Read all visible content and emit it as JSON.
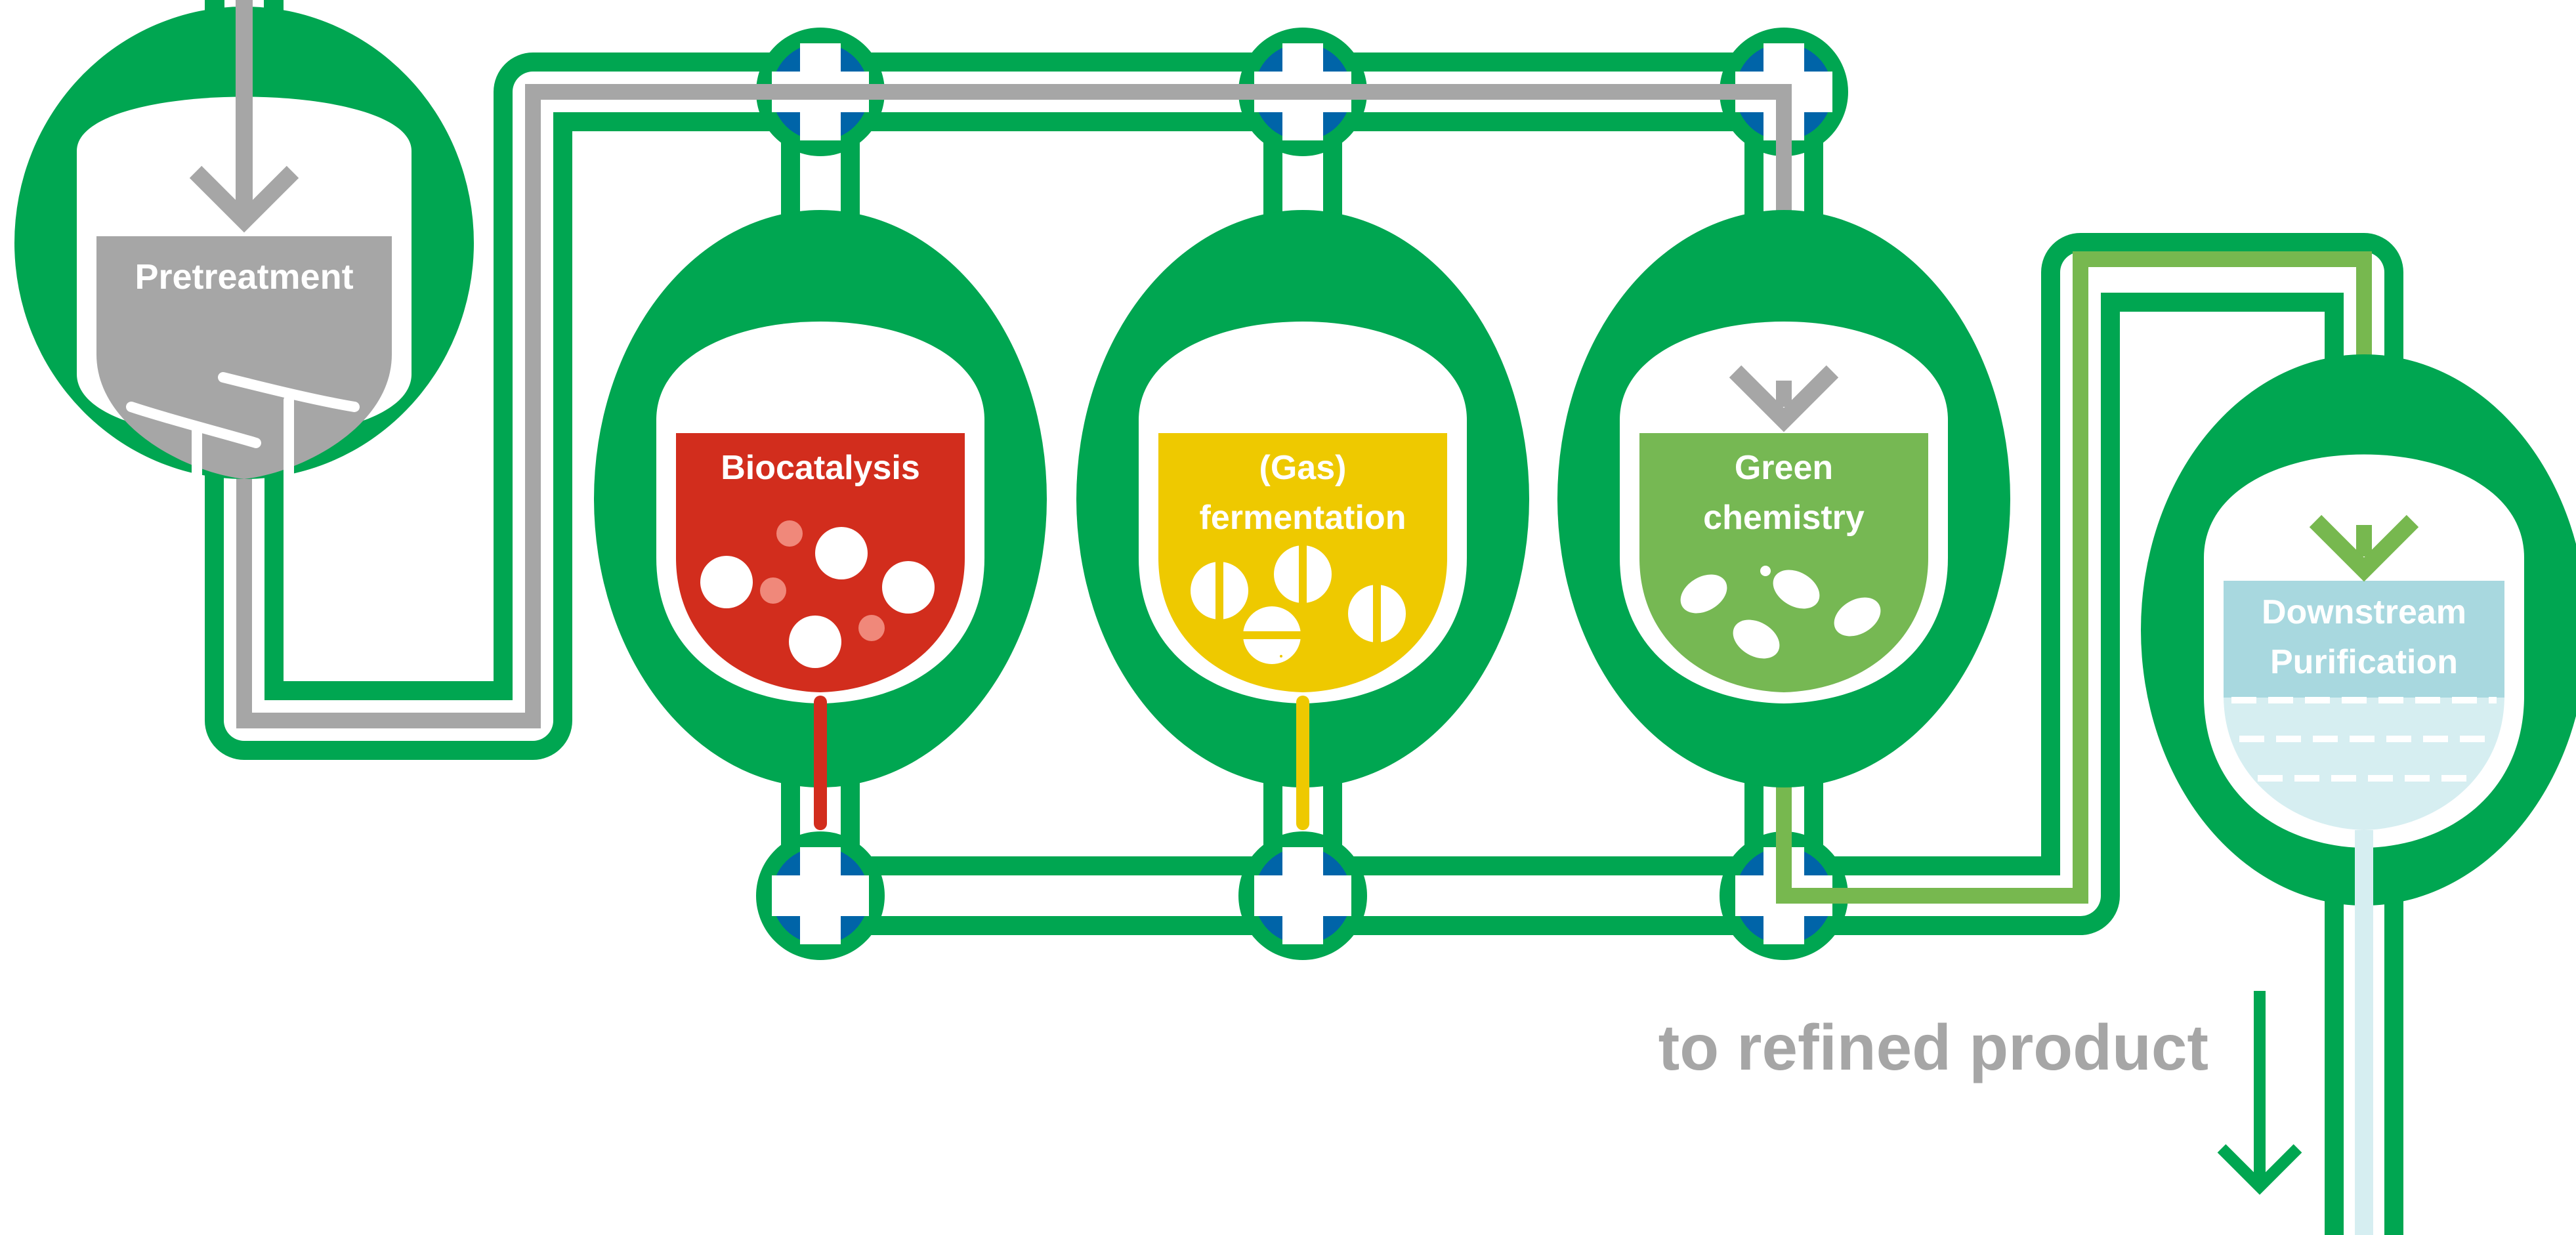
{
  "colors": {
    "pipe_green": "#00a651",
    "pipe_white": "#ffffff",
    "gray_line": "#a6a6a6",
    "light_green_line": "#77b84f",
    "valve_blue": "#0064a8",
    "pretreatment_fill": "#a6a6a6",
    "biocatalysis_fill": "#d22d1d",
    "biocatalysis_accent": "#f0887a",
    "fermentation_fill": "#eec900",
    "green_chemistry_fill": "#76b853",
    "downstream_fill": "#a8d8df",
    "downstream_light": "#d6eef1",
    "caption_gray": "#a6a6a6"
  },
  "vessels": [
    {
      "id": "pretreatment",
      "lines": [
        "Pretreatment"
      ],
      "icon": "stirrer-icon"
    },
    {
      "id": "biocatalysis",
      "lines": [
        "Biocatalysis"
      ],
      "icon": "bubbles-icon"
    },
    {
      "id": "fermentation",
      "lines": [
        "(Gas)",
        "fermentation"
      ],
      "icon": "cells-icon"
    },
    {
      "id": "green-chemistry",
      "lines": [
        "Green",
        "chemistry"
      ],
      "icon": "seeds-icon"
    },
    {
      "id": "downstream",
      "lines": [
        "Downstream",
        "Purification"
      ],
      "icon": "filter-layers-icon"
    }
  ],
  "caption": "to refined product"
}
